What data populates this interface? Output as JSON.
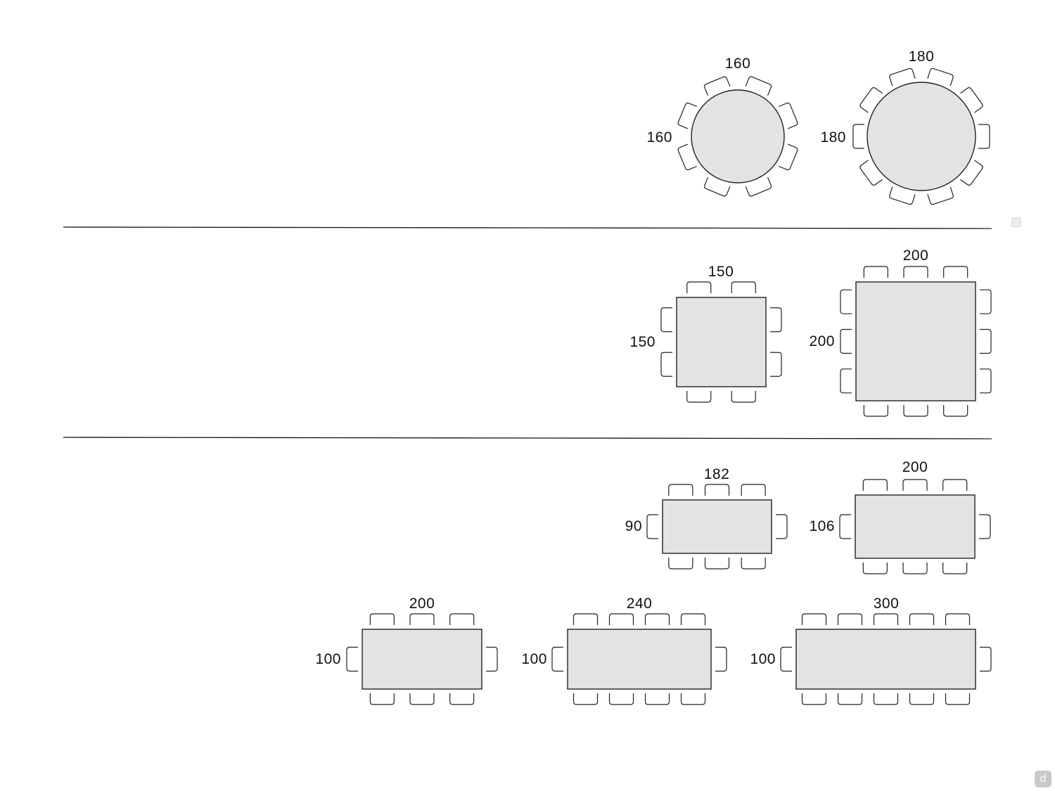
{
  "tables": [
    {
      "id": "round-160",
      "shape": "round",
      "top_label": "160",
      "side_label": "160",
      "chairs": 8
    },
    {
      "id": "round-180",
      "shape": "round",
      "top_label": "180",
      "side_label": "180",
      "chairs": 10
    },
    {
      "id": "square-150",
      "shape": "square",
      "top_label": "150",
      "side_label": "150",
      "chairs_long_side": 2,
      "chairs_short_side": 2
    },
    {
      "id": "square-200",
      "shape": "square",
      "top_label": "200",
      "side_label": "200",
      "chairs_long_side": 3,
      "chairs_short_side": 3
    },
    {
      "id": "rect-182x90",
      "shape": "rectangle",
      "top_label": "182",
      "side_label": "90",
      "chairs_long_side": 3,
      "chairs_short_side": 1
    },
    {
      "id": "rect-200x106",
      "shape": "rectangle",
      "top_label": "200",
      "side_label": "106",
      "chairs_long_side": 3,
      "chairs_short_side": 1
    },
    {
      "id": "rect-200x100",
      "shape": "rectangle",
      "top_label": "200",
      "side_label": "100",
      "chairs_long_side": 3,
      "chairs_short_side": 1
    },
    {
      "id": "rect-240x100",
      "shape": "rectangle",
      "top_label": "240",
      "side_label": "100",
      "chairs_long_side": 4,
      "chairs_short_side": 1
    },
    {
      "id": "rect-300x100",
      "shape": "rectangle",
      "top_label": "300",
      "side_label": "100",
      "chairs_long_side": 5,
      "chairs_short_side": 1
    }
  ],
  "badge": {
    "glyph": "d"
  },
  "colors": {
    "table_fill": "#e3e3e3",
    "outline": "#222222"
  }
}
